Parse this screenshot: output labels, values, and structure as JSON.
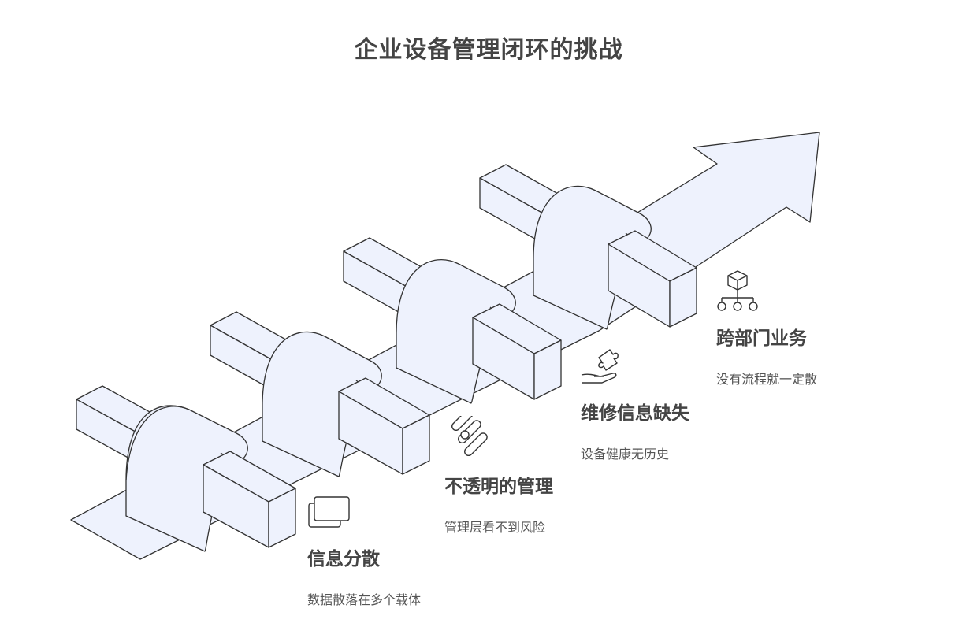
{
  "diagram": {
    "title": "企业设备管理闭环的挑战",
    "steps": [
      {
        "label": "信息分散",
        "description": "数据散落在多个载体",
        "icon": "stacked-cards-icon"
      },
      {
        "label": "不透明的管理",
        "description": "管理层看不到风险",
        "icon": "capsules-icon"
      },
      {
        "label": "维修信息缺失",
        "description": "设备健康无历史",
        "icon": "puzzle-hand-icon"
      },
      {
        "label": "跨部门业务",
        "description": "没有流程就一定散",
        "icon": "hierarchy-cube-icon"
      }
    ],
    "colors": {
      "fill": "#eef2fd",
      "stroke": "#333333",
      "text": "#444444"
    }
  }
}
